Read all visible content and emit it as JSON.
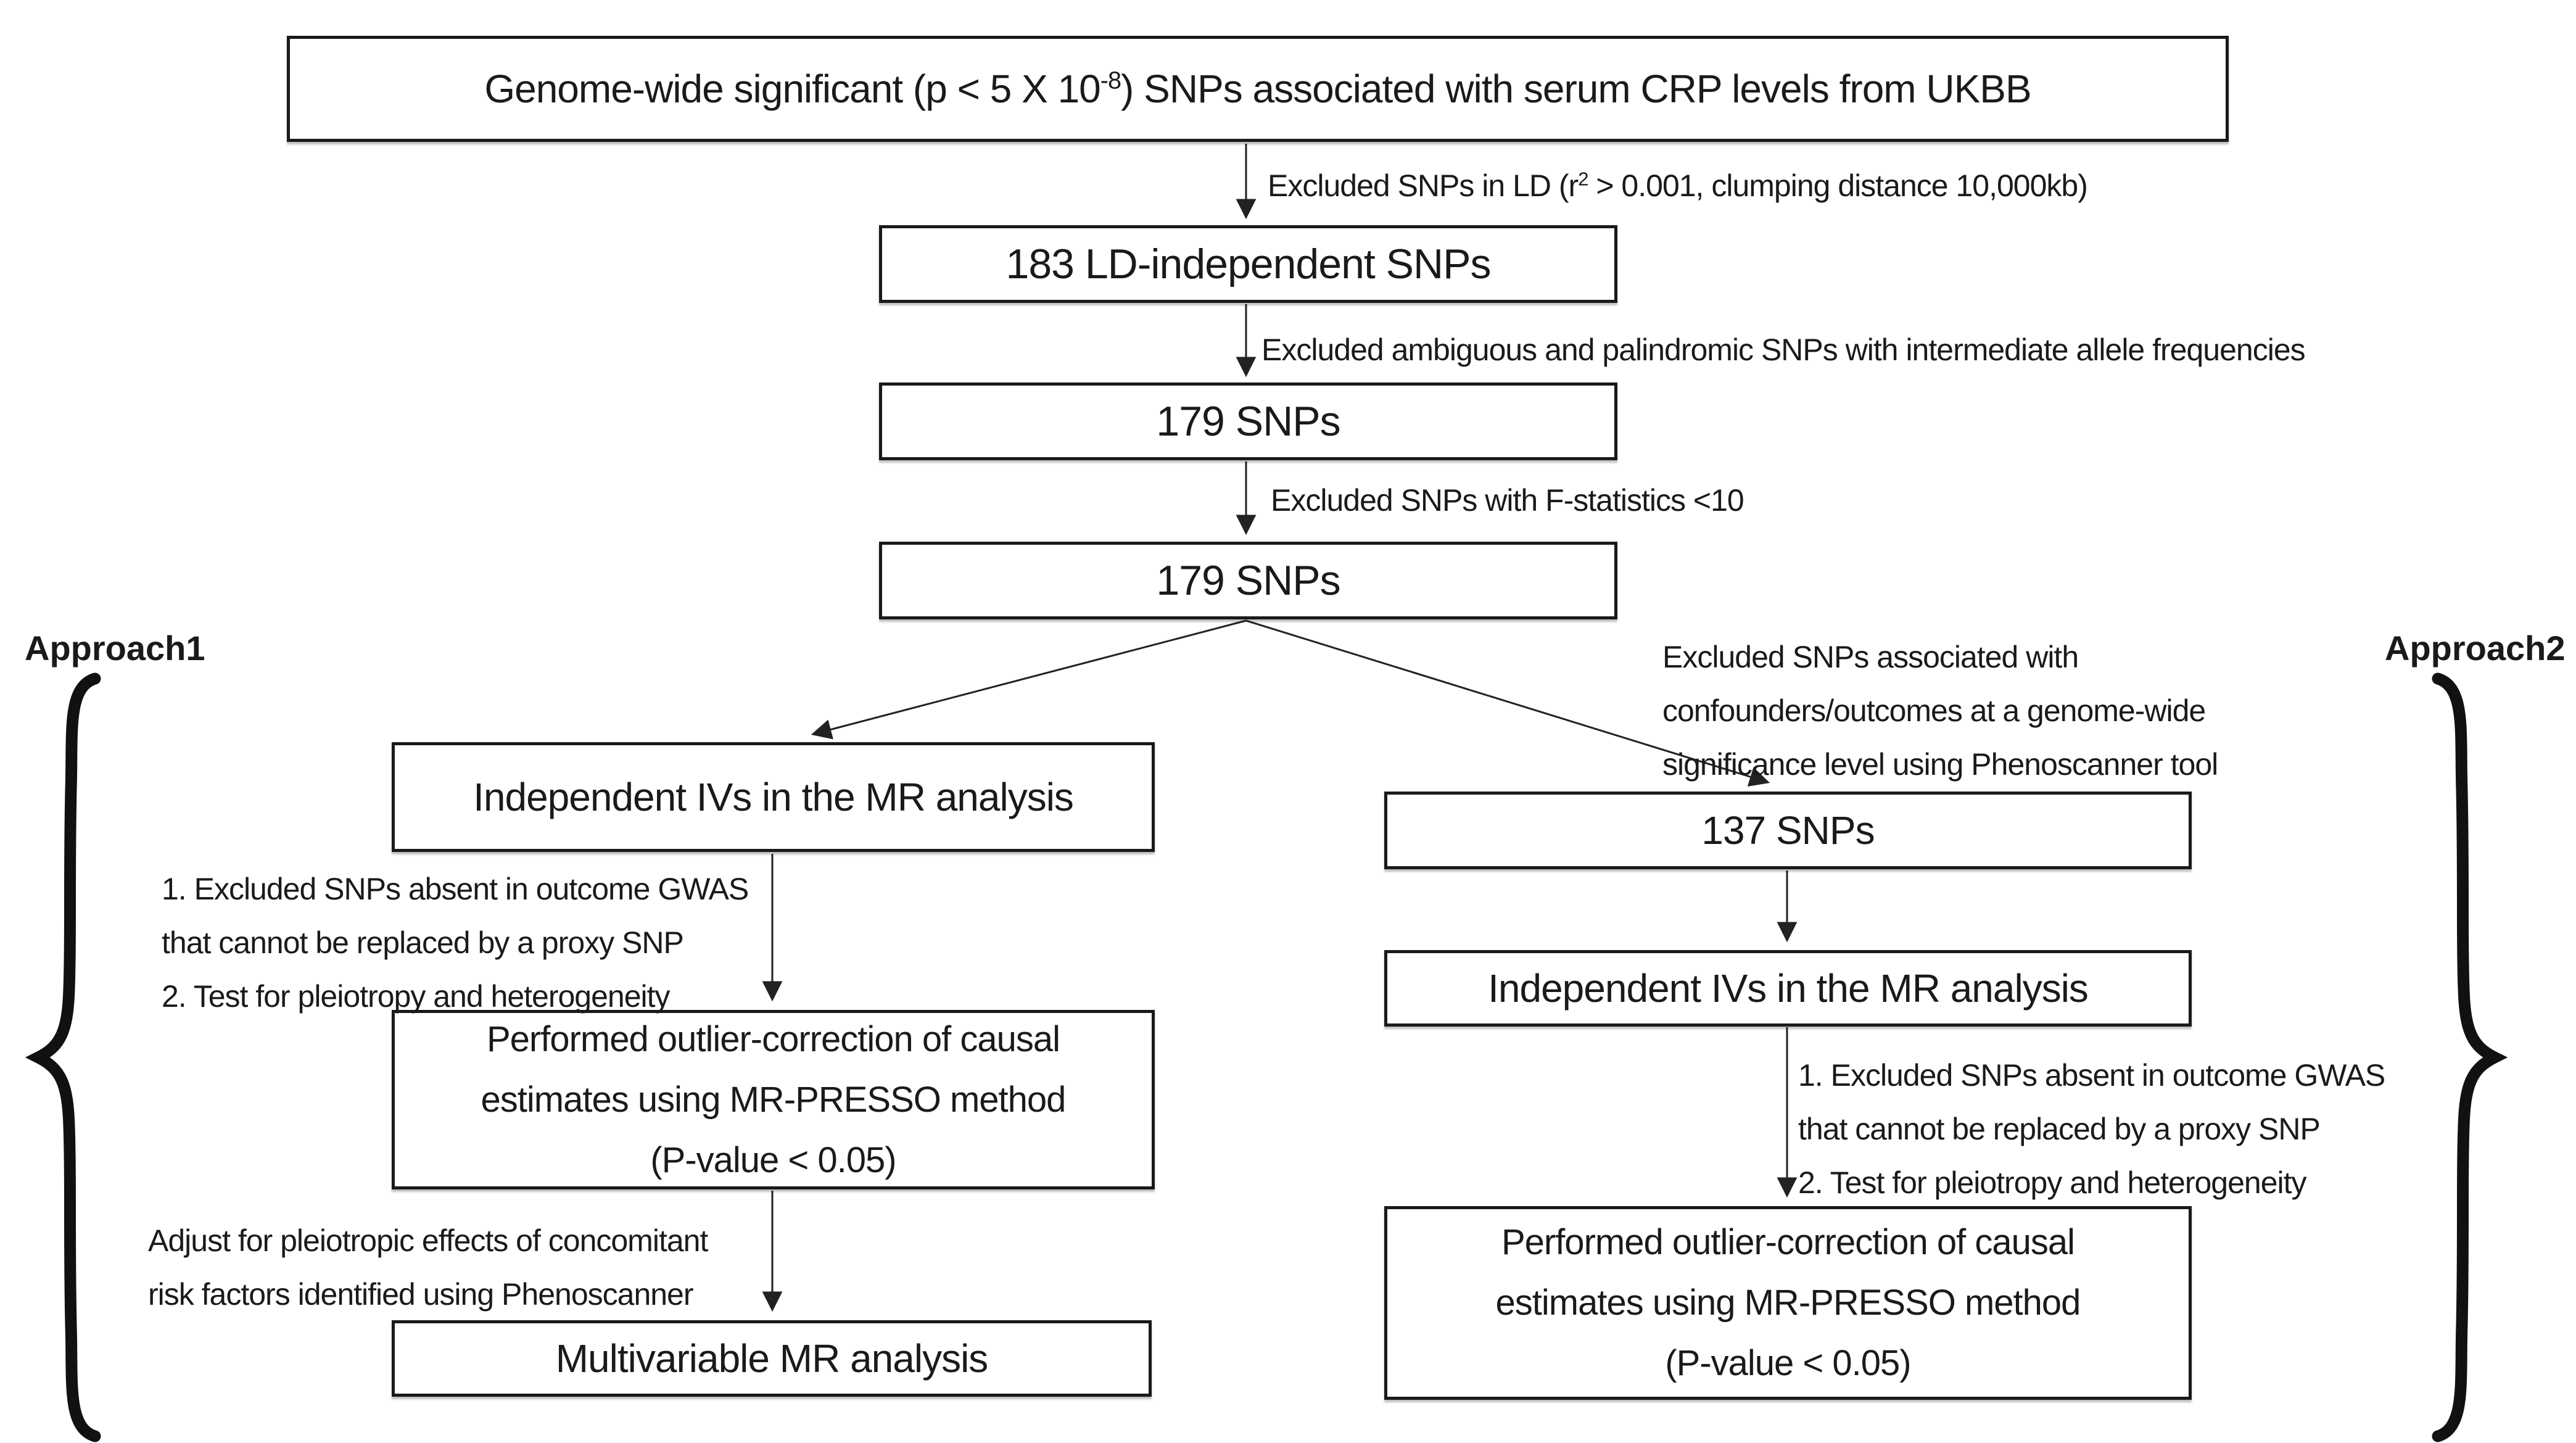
{
  "figure": {
    "approach1_label": "Approach1",
    "approach2_label": "Approach2"
  },
  "nodes": {
    "top": {
      "pre": "Genome-wide significant (p < 5 X 10",
      "sup": "-8",
      "post": ") SNPs associated with serum CRP levels from UKBB"
    },
    "ld_independent": "183 LD-independent SNPs",
    "snps_179_a": "179 SNPs",
    "snps_179_b": "179 SNPs",
    "ivs_left": "Independent IVs in the MR analysis",
    "snps_137": "137 SNPs",
    "ivs_right": "Independent IVs in the MR analysis",
    "presso_left": "Performed outlier-correction of causal\nestimates using MR-PRESSO method\n(P-value < 0.05)",
    "presso_right": "Performed outlier-correction of causal\nestimates using MR-PRESSO method\n(P-value < 0.05)",
    "multivariable": "Multivariable MR analysis"
  },
  "edge_labels": {
    "ld_clumping": {
      "pre": "Excluded SNPs in LD (r",
      "sup": "2",
      "post": " > 0.001, clumping distance 10,000kb)"
    },
    "palindromic": "Excluded ambiguous and palindromic SNPs with intermediate allele frequencies",
    "fstat": "Excluded SNPs with F-statistics <10",
    "phenoscanner_right": "Excluded SNPs associated with\nconfounders/outcomes at a genome-wide\nsignificance level using Phenoscanner tool",
    "steps_left": "1. Excluded SNPs absent in outcome GWAS\nthat cannot be replaced by a proxy SNP\n2. Test for pleiotropy and heterogeneity",
    "steps_right": "1. Excluded SNPs absent in outcome GWAS\nthat cannot be replaced by a proxy SNP\n2. Test for pleiotropy and heterogeneity",
    "adjust_left": "Adjust for pleiotropic effects of concomitant\nrisk factors identified using Phenoscanner"
  },
  "colors": {
    "background": "#ffffff",
    "box_border": "#1a1a1a",
    "text": "#1a1a1a",
    "arrow": "#222222"
  }
}
